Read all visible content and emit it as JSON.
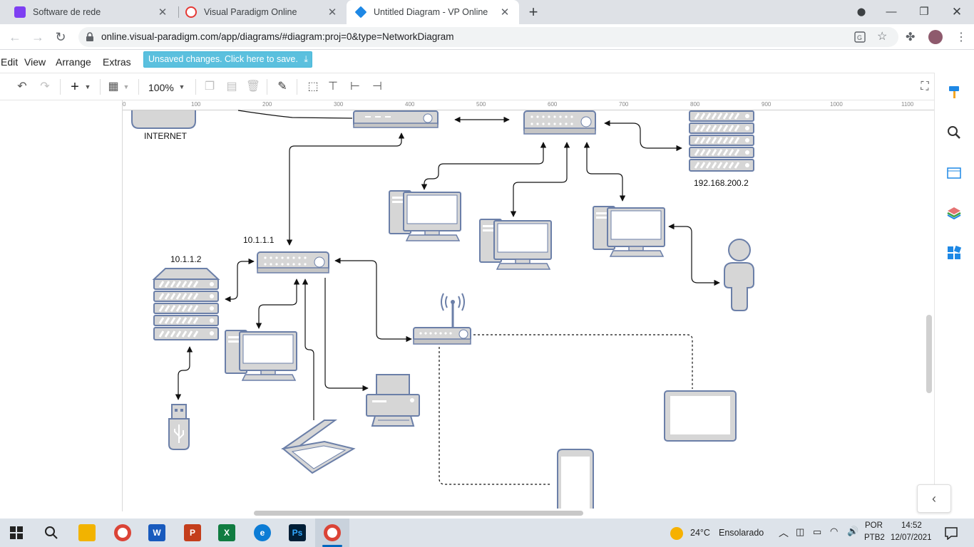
{
  "browser": {
    "tabs": [
      {
        "title": "Software de rede",
        "icon": "google-sites-icon",
        "color": "#7e3ff2"
      },
      {
        "title": "Visual Paradigm Online",
        "icon": "vp-icon",
        "color": "#e53935"
      },
      {
        "title": "Untitled Diagram - VP Online",
        "icon": "vp-diamond-icon",
        "color": "#1e88e5"
      }
    ],
    "new_tab": "+",
    "url": "online.visual-paradigm.com/app/diagrams/#diagram:proj=0&type=NetworkDiagram"
  },
  "app": {
    "menu": [
      "Edit",
      "View",
      "Arrange",
      "Extras"
    ],
    "save_notice": "Unsaved changes. Click here to save.",
    "zoom": "100%",
    "accent": "#5bc0de"
  },
  "ruler": {
    "ticks": [
      "0",
      "100",
      "200",
      "300",
      "400",
      "500",
      "600",
      "700",
      "800",
      "900",
      "1000",
      "1100"
    ]
  },
  "diagram": {
    "labels": {
      "internet": "INTERNET",
      "server_right": "192.168.200.2",
      "router_main": "10.1.1.1",
      "server_left": "10.1.1.2"
    },
    "shape_colors": {
      "fill": "#d6d6d6",
      "stroke": "#6b7fa8",
      "line": "#111111"
    }
  },
  "taskbar": {
    "apps": [
      "start",
      "search",
      "file-explorer",
      "chrome",
      "word",
      "powerpoint",
      "excel",
      "edge",
      "photoshop",
      "chrome-profile"
    ],
    "weather_temp": "24°C",
    "weather_text": "Ensolarado",
    "lang_top": "POR",
    "lang_bottom": "PTB2",
    "time": "14:52",
    "date": "12/07/2021"
  }
}
